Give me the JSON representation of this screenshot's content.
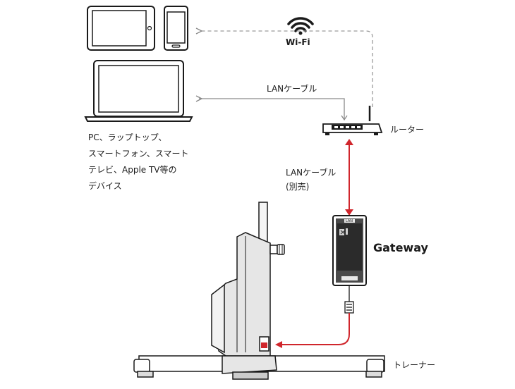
{
  "labels": {
    "wifi": "Wi-Fi",
    "lan_top": "LANケーブル",
    "router": "ルーター",
    "lan_mid": "LANケーブル",
    "lan_mid_sub": "(別売)",
    "gateway": "Gateway",
    "trainer": "トレーナー",
    "gateway_top": "LAN"
  },
  "devices_text": [
    "PC、ラップトップ、",
    "スマートフォン、スマート",
    "テレビ、Apple TV等の",
    "デバイス"
  ],
  "icons": [
    "tablet-icon",
    "phone-icon",
    "laptop-icon",
    "wifi-icon",
    "router-icon",
    "gateway-icon",
    "trainer-icon"
  ],
  "colors": {
    "line": "#1a1a1a",
    "dashed": "#9a9a9a",
    "red": "#d0262c"
  }
}
